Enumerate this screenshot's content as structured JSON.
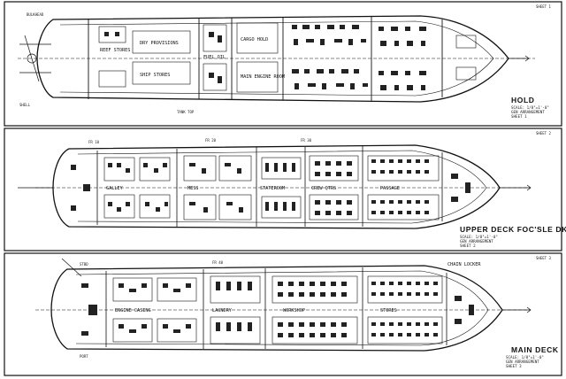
{
  "panels": [
    {
      "id": "hold",
      "title": "HOLD",
      "subtitle": [
        "SCALE: 1/8\"=1'-0\"",
        "GEN ARRANGEMENT",
        "SHEET 1"
      ],
      "sheet_note": "SHEET 1",
      "room_labels": [
        "REEF STORES",
        "DRY PROVISIONS",
        "SHIP STORES",
        "FUEL OIL",
        "CARGO HOLD",
        "MAIN ENGINE ROOM"
      ],
      "side_notes": [
        "BULKHEAD",
        "SHELL",
        "TANK TOP"
      ]
    },
    {
      "id": "upper",
      "title": "UPPER DECK FOC'SLE DK.",
      "subtitle": [
        "SCALE: 1/8\"=1'-0\"",
        "GEN ARRANGEMENT",
        "SHEET 2"
      ],
      "sheet_note": "SHEET 2",
      "room_labels": [
        "GALLEY",
        "MESS",
        "STATEROOM",
        "CREW QTRS",
        "PASSAGE"
      ],
      "side_notes": [
        "FR 10",
        "FR 20",
        "FR 30"
      ]
    },
    {
      "id": "main",
      "title": "MAIN DECK",
      "subtitle": [
        "SCALE: 1/8\"=1'-0\"",
        "GEN ARRANGEMENT",
        "SHEET 3"
      ],
      "sheet_note": "SHEET 3",
      "room_labels": [
        "ENGINE CASING",
        "LAUNDRY",
        "WORKSHOP",
        "STORES",
        "CHAIN LOCKER"
      ],
      "side_notes": [
        "STBD",
        "PORT",
        "FR 40"
      ]
    }
  ]
}
